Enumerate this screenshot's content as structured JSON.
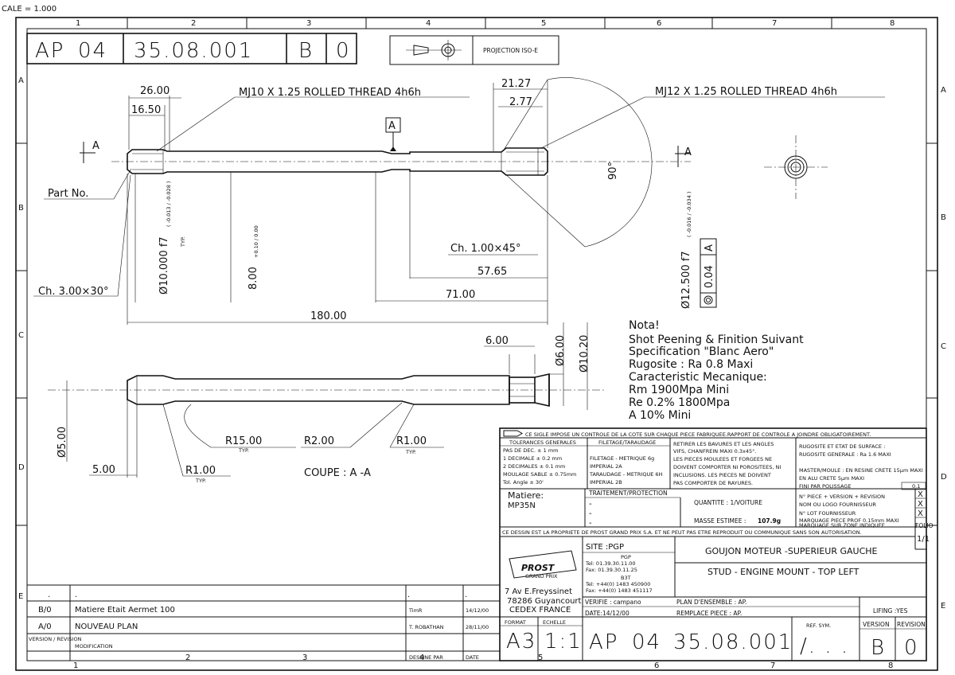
{
  "scale_label": "CALE = 1.000",
  "columns": [
    "1",
    "2",
    "3",
    "4",
    "5",
    "6",
    "7",
    "8"
  ],
  "rows": [
    "A",
    "B",
    "C",
    "D",
    "E"
  ],
  "header": {
    "part_prefix": "AP",
    "part_group": "04",
    "part_number": "35.08.001",
    "version": "B",
    "revision": "0",
    "projection": "PROJECTION ISO-E"
  },
  "dims": {
    "d26": "26.00",
    "d1650": "16.50",
    "thread_left": "MJ10 X 1.25 ROLLED THREAD 4h6h",
    "d2127": "21.27",
    "d277": "2.77",
    "thread_right": "MJ12 X 1.25 ROLLED THREAD 4h6h",
    "datum": "A",
    "sect_a": "A",
    "part_no": "Part No.",
    "angle90": "90°",
    "dia10": "Ø10.000 f7",
    "dia10_tol": "( -0.013 / -0.028 )",
    "typ": "TYP.",
    "dia8": "8.00",
    "dia8_tol": "+0.10 / 0.00",
    "ch1": "Ch. 1.00×45°",
    "d5765": "57.65",
    "ch3": "Ch. 3.00×30°",
    "d71": "71.00",
    "d180": "180.00",
    "dia125": "Ø12.500 f7",
    "dia125_tol": "( -0.016 / -0.034 )",
    "tol_value": "0.04",
    "tol_datum": "A",
    "d6": "6.00",
    "dia6": "Ø6.00",
    "dia1020": "Ø10.20",
    "dia5": "Ø5.00",
    "d5": "5.00",
    "r15": "R15.00",
    "r2": "R2.00",
    "r1a": "R1.00",
    "r1b": "R1.00",
    "section": "COUPE : A -A"
  },
  "notes": [
    "Nota!",
    "Shot Peening & Finition Suivant",
    "Specification \"Blanc Aero\"",
    "Rugosite : Ra 0.8 Maxi",
    "Caracteristic Mecanique:",
    "Rm 1900Mpa Mini",
    "Re 0.2% 1800Mpa",
    "A 10% Mini"
  ],
  "titleblock": {
    "control_note": "CE SIGLE IMPOSE UN CONTROLE DE LA COTE SUR CHAQUE PIECE FABRIQUEE.RAPPORT DE CONTROLE A JOINDRE OBLIGATOIREMENT.",
    "tol_title": "TOLERANCES GENERALES",
    "tol_lines": [
      "PAS DE DEC.        ± 1     mm",
      "1 DECIMALE         ± 0.2  mm",
      "2 DECIMALES        ± 0.1  mm",
      "MOULAGE SABLE    ± 0.75mm",
      "Tol. Angle           ± 30'"
    ],
    "filetage_title": "FILETAGE/TARAUDAGE",
    "filetage_lines": [
      "FILETAGE   - METRIQUE 6g",
      "                 IMPERIAL 2A",
      "TARAUDAGE - METRIQUE 6H",
      "                 IMPERIAL 2B"
    ],
    "burr_lines": [
      "RETIRER LES BAVURES ET LES ANGLES",
      "VIFS, CHANFREIN MAXI 0.3x45°.",
      "LES PIECES MOULEES ET FORGEES NE",
      "DOIVENT COMPORTER NI POROSITEES, NI",
      "INCLUSIONS. LES PIECES NE DOIVENT",
      "PAS COMPORTER DE RAYURES."
    ],
    "rug_lines": [
      "RUGOSITE ET ETAT DE SURFACE :",
      "RUGOSITE GENERALE : Ra 1.6 MAXI",
      "",
      "MASTER/MOULE :  EN RESINE CRETE 15µm MAXI",
      "                          EN ALU CRETE 5µm MAXI",
      "                          FINI PAR POLISSAGE"
    ],
    "polish_ref": "0.1",
    "matiere_label": "Matiere:",
    "matiere": "MP35N",
    "traitement": "TRAITEMENT/PROTECTION",
    "dashes": [
      "-",
      "-",
      "-"
    ],
    "quantite": "QUANTITE :   1/VOITURE",
    "masse_label": "MASSE ESTIMEE :",
    "masse": "107.9g",
    "marking": [
      "N° PIECE + VERSION + REVISION",
      "NOM OU LOGO FOURNISSEUR",
      "N° LOT FOURNISSEUR",
      "MARQUAGE PIECE PROF 0.15mm MAXI",
      "MARQUAGE SUR ZONE INDIQUEE"
    ],
    "x_marks": [
      "X",
      "X",
      "X"
    ],
    "folio_label": "FOLIO",
    "folio": "1/1",
    "property": "CE DESSIN EST LA PROPRIETE DE PROST GRAND PRIX S.A. ET NE PEUT PAS ETRE REPRODUIT OU COMMUNIQUE SANS SON AUTORISATION.",
    "logo": "PROST",
    "logo_sub": "GRAND PRIX",
    "address": [
      "7 Av E.Freyssinet",
      "78286 Guyancourt",
      "CEDEX FRANCE"
    ],
    "site": "SITE :PGP",
    "site_lines": [
      "PGP",
      "Tel: 01.39.30.11.00",
      "Fax: 01.39.30.11.25",
      "B3T",
      "Tel: +44(0) 1483 450900",
      "Fax: +44(0) 1483 451117"
    ],
    "title_fr": "GOUJON MOTEUR -SUPERIEUR GAUCHE",
    "title_en": "STUD - ENGINE MOUNT - TOP LEFT",
    "verifie": "VERIFIE  : campano",
    "date": "DATE:14/12/00",
    "plan_ensemble": "PLAN D'ENSEMBLE :  AP.",
    "remplace": "REMPLACE PIECE   :  AP.",
    "lifing": "LIFING :YES",
    "format_label": "FORMAT",
    "format": "A3",
    "echelle_label": "ECHELLE",
    "echelle": "1:1",
    "ref_sym_label": "REF. SYM.",
    "ref_sym": "/. . .",
    "version_label": "VERSION",
    "revision_label": "REVISION"
  },
  "revisions": [
    {
      "rev": "B/0",
      "desc": "Matiere Etait Aermet 100",
      "by": "TimR",
      "date": "14/12/00"
    },
    {
      "rev": "A/0",
      "desc": "NOUVEAU PLAN",
      "by": "T. ROBATHAN",
      "date": "28/11/00"
    }
  ],
  "rev_headers": {
    "rev": "VERSION / REVISION",
    "desc": "MODIFICATION",
    "by": "DESSINE PAR",
    "date": "DATE"
  }
}
